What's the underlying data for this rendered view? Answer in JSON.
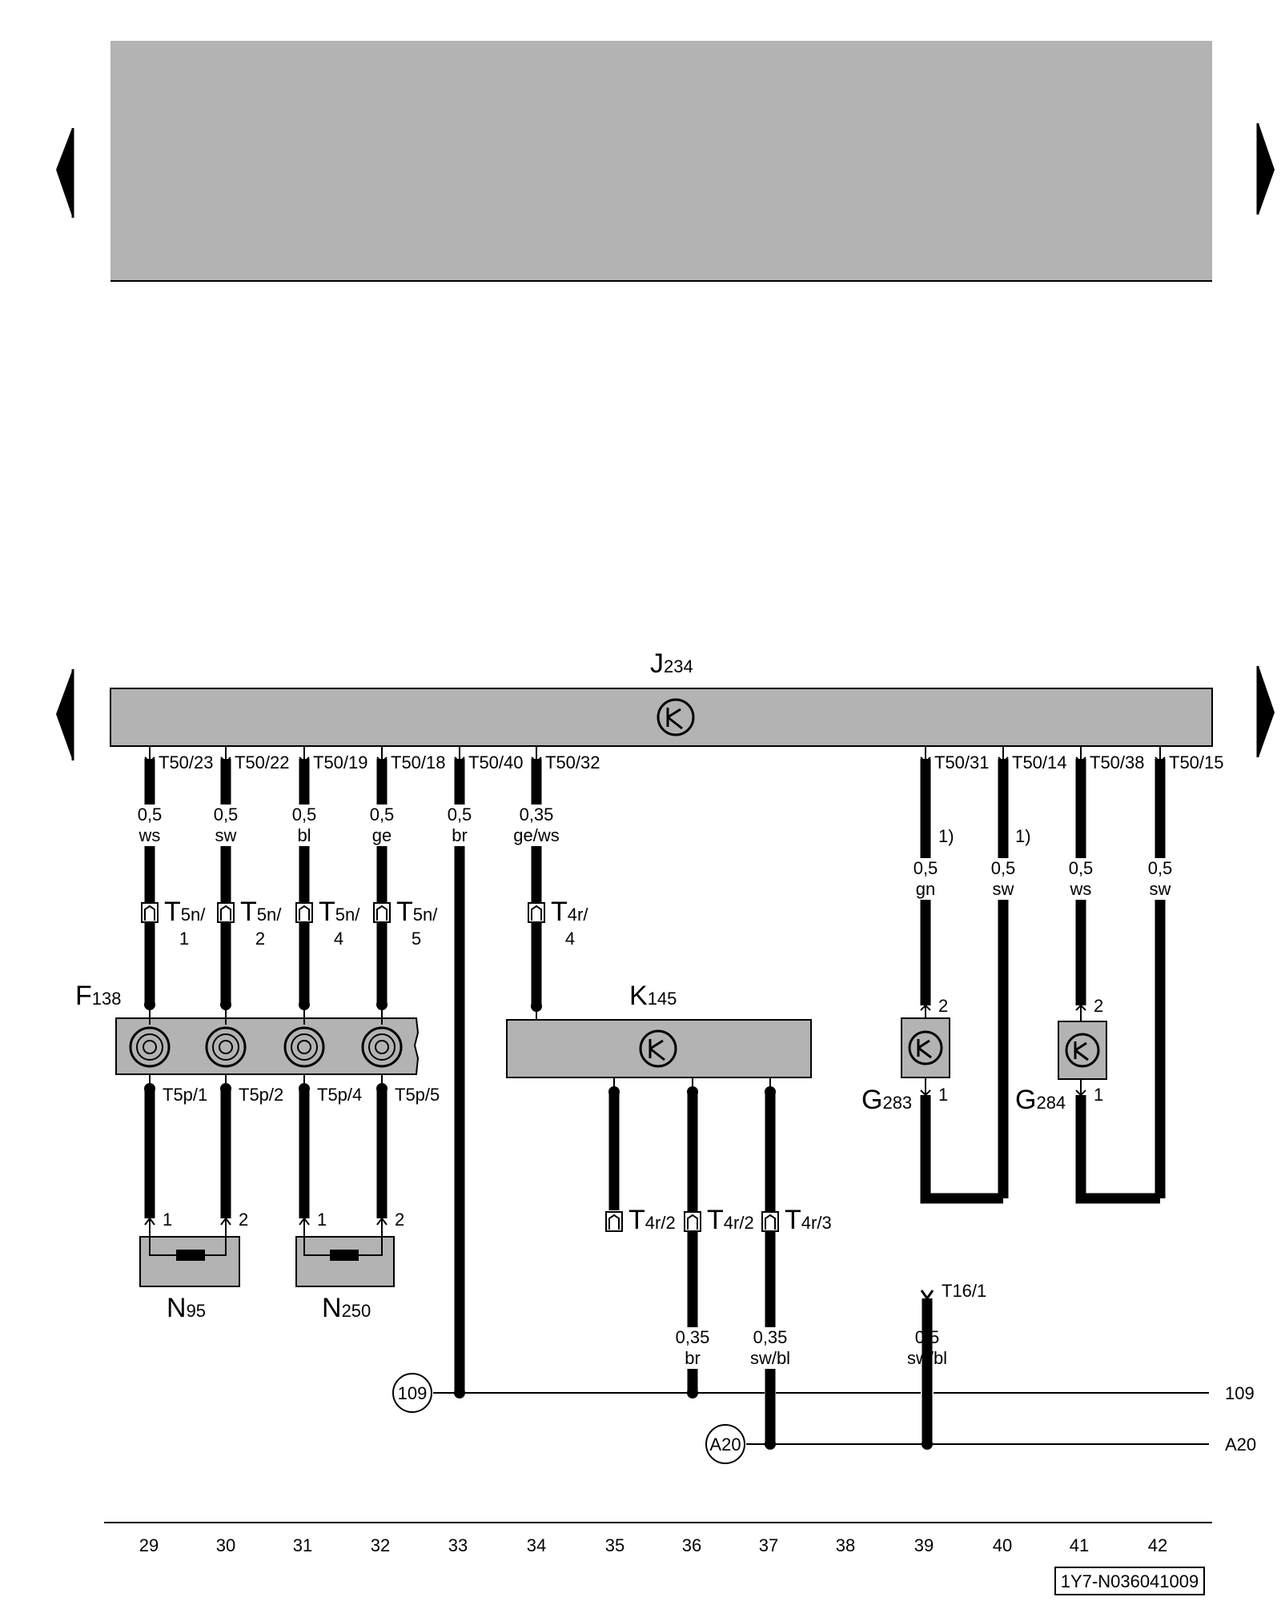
{
  "modules": {
    "j234": {
      "letter": "J",
      "number": "234"
    },
    "f138": {
      "letter": "F",
      "number": "138"
    },
    "k145": {
      "letter": "K",
      "number": "145"
    },
    "g283": {
      "letter": "G",
      "number": "283"
    },
    "g284": {
      "letter": "G",
      "number": "284"
    },
    "n95": {
      "letter": "N",
      "number": "95"
    },
    "n250": {
      "letter": "N",
      "number": "250"
    }
  },
  "j234_pins": [
    "T50/23",
    "T50/22",
    "T50/19",
    "T50/18",
    "T50/40",
    "T50/32",
    "T50/31",
    "T50/14",
    "T50/38",
    "T50/15"
  ],
  "wire_sizes": {
    "w29": "0,5",
    "w30": "0,5",
    "w31": "0,5",
    "w32": "0,5",
    "w33": "0,5",
    "w34": "0,35",
    "w39": "0,5",
    "w40": "0,5",
    "w41": "0,5",
    "w42": "0,5",
    "w36": "0,35",
    "w37": "0,35",
    "w39b": "0,5"
  },
  "wire_colors": {
    "w29": "ws",
    "w30": "sw",
    "w31": "bl",
    "w32": "ge",
    "w33": "br",
    "w34": "ge/ws",
    "w39": "gn",
    "w40": "sw",
    "w41": "ws",
    "w42": "sw",
    "w36": "br",
    "w37": "sw/bl",
    "w39b": "sw/bl"
  },
  "notes": {
    "n39": "1)",
    "n40": "1)"
  },
  "connectors": {
    "t5n": [
      {
        "main": "T",
        "sub": "5n/",
        "num": "1"
      },
      {
        "main": "T",
        "sub": "5n/",
        "num": "2"
      },
      {
        "main": "T",
        "sub": "5n/",
        "num": "4"
      },
      {
        "main": "T",
        "sub": "5n/",
        "num": "5"
      }
    ],
    "t4r4": {
      "main": "T",
      "sub": "4r/",
      "num": "4"
    },
    "t5p": [
      "T5p/1",
      "T5p/2",
      "T5p/4",
      "T5p/5"
    ],
    "t4r_low": [
      {
        "main": "T",
        "sub": "4r/2"
      },
      {
        "main": "T",
        "sub": "4r/2"
      },
      {
        "main": "T",
        "sub": "4r/3"
      }
    ],
    "t16": "T16/1"
  },
  "pin_numbers": {
    "g283_top": "2",
    "g283_bot": "1",
    "g284_top": "2",
    "g284_bot": "1",
    "n95_1": "1",
    "n95_2": "2",
    "n250_1": "1",
    "n250_2": "2"
  },
  "ground": {
    "g109": "109",
    "a20": "A20",
    "g109_right": "109",
    "a20_right": "A20"
  },
  "columns": [
    "29",
    "30",
    "31",
    "32",
    "33",
    "34",
    "35",
    "36",
    "37",
    "38",
    "39",
    "40",
    "41",
    "42"
  ],
  "doc_id": "1Y7-N036041009"
}
